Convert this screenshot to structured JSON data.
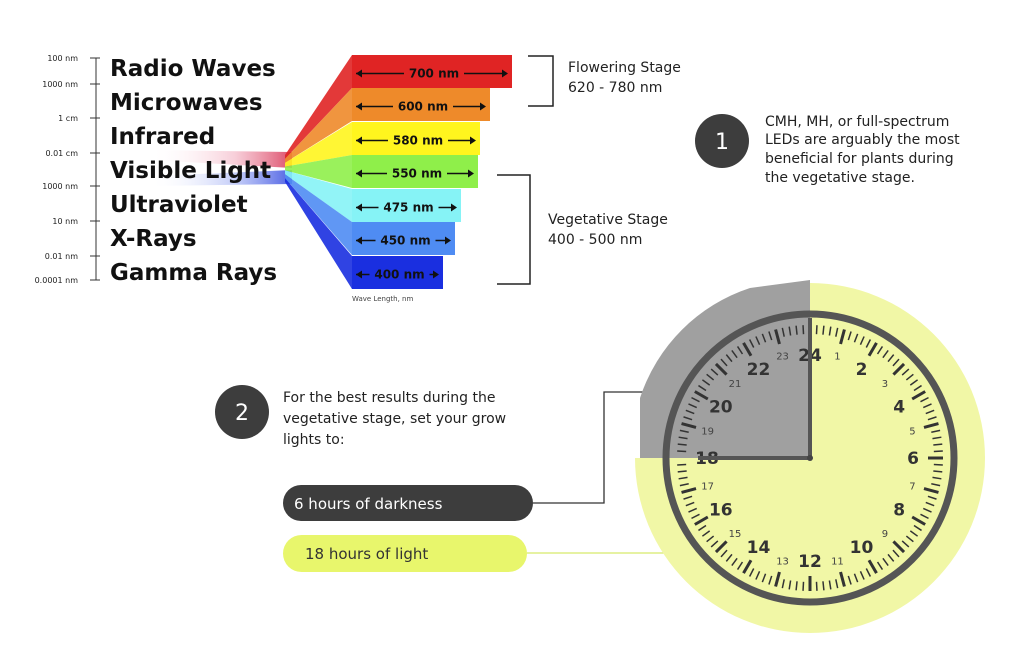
{
  "spectrum": {
    "scale_labels": [
      "100 nm",
      "1000 nm",
      "1 cm",
      "0.01 cm",
      "1000 nm",
      "10 nm",
      "0.01 nm",
      "0.0001 nm"
    ],
    "waves": [
      "Radio Waves",
      "Microwaves",
      "Infrared",
      "Visible Light",
      "Ultraviolet",
      "X-Rays",
      "Gamma Rays"
    ],
    "bands": [
      {
        "label": "700 nm",
        "color": "#e02424"
      },
      {
        "label": "600 nm",
        "color": "#ee8a2a"
      },
      {
        "label": "580 nm",
        "color": "#fff51e"
      },
      {
        "label": "550 nm",
        "color": "#8fef4a"
      },
      {
        "label": "475 nm",
        "color": "#86f3f6"
      },
      {
        "label": "450 nm",
        "color": "#4f8cf3"
      },
      {
        "label": "400 nm",
        "color": "#1a2fe0"
      }
    ],
    "axis_label": "Wave Length, nm"
  },
  "stages": {
    "flowering": {
      "title": "Flowering Stage",
      "range": "620 - 780 nm"
    },
    "vegetative": {
      "title": "Vegetative Stage",
      "range": "400 - 500 nm"
    }
  },
  "note1": {
    "number": "1",
    "lines": [
      "CMH, MH, or full-spectrum",
      "LEDs are arguably the most",
      "beneficial for plants during",
      "the vegetative stage."
    ]
  },
  "note2": {
    "number": "2",
    "lines": [
      "For the best results during the",
      "vegetative stage, set your grow",
      "lights to:"
    ]
  },
  "pills": {
    "dark": "6 hours of darkness",
    "light": "18 hours of light"
  },
  "clock": {
    "hours_big": [
      "24",
      "2",
      "4",
      "6",
      "8",
      "10",
      "12",
      "14",
      "16",
      "18",
      "20",
      "22"
    ],
    "hours_small": [
      "1",
      "3",
      "5",
      "7",
      "9",
      "11",
      "13",
      "15",
      "17",
      "19",
      "21",
      "23"
    ],
    "dark_hours": 6,
    "light_hours": 18,
    "dark_color": "#a0a0a0",
    "light_color": "#f1f7a6",
    "ring_color": "#555555"
  },
  "colors": {
    "badge": "#3d3d3d",
    "pill_dark": "#3d3d3d",
    "pill_light": "#e8f66c"
  }
}
